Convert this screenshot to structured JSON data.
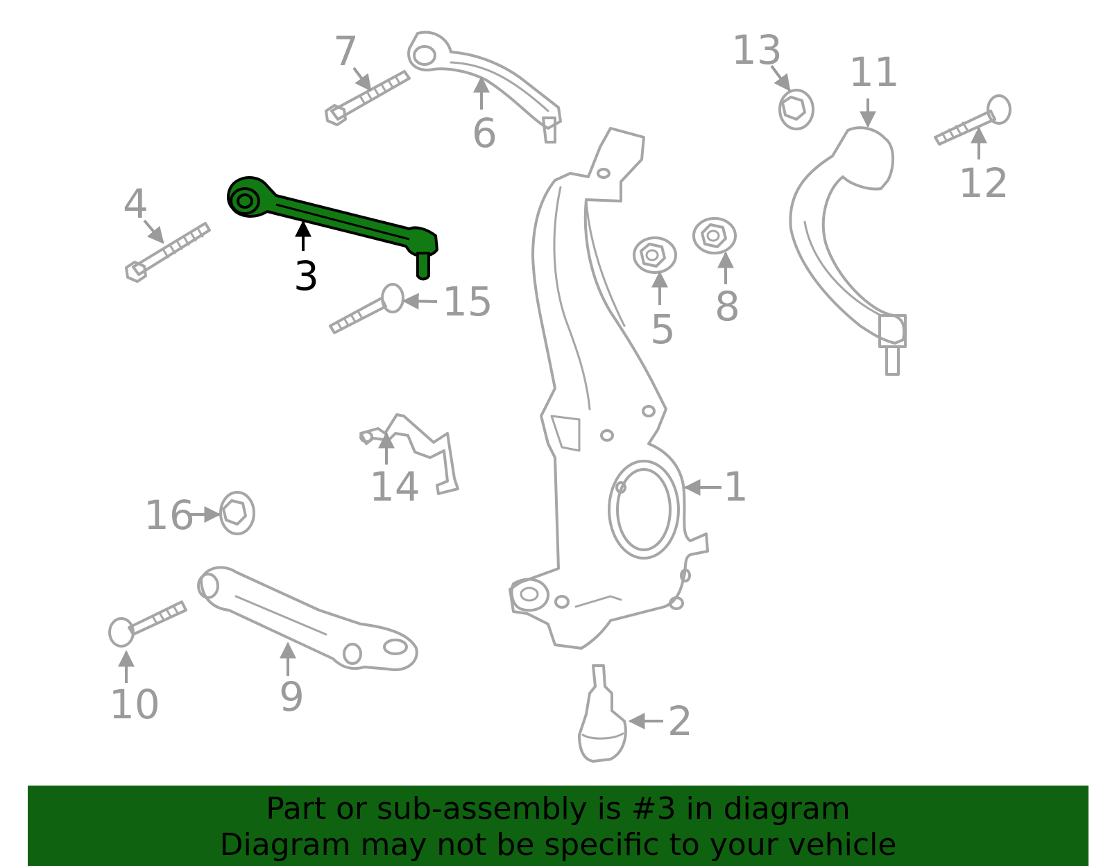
{
  "callouts": {
    "c1": "1",
    "c2": "2",
    "c3": "3",
    "c4": "4",
    "c5": "5",
    "c6": "6",
    "c7": "7",
    "c8": "8",
    "c9": "9",
    "c10": "10",
    "c11": "11",
    "c12": "12",
    "c13": "13",
    "c14": "14",
    "c15": "15",
    "c16": "16"
  },
  "highlighted_part": "3",
  "colors": {
    "highlight": "#127a12",
    "banner": "#0f620f",
    "line_art": "#a6a6a6"
  },
  "banner": {
    "line1": "Part or sub-assembly is #3 in diagram",
    "line2": "Diagram may not be specific to your vehicle"
  }
}
